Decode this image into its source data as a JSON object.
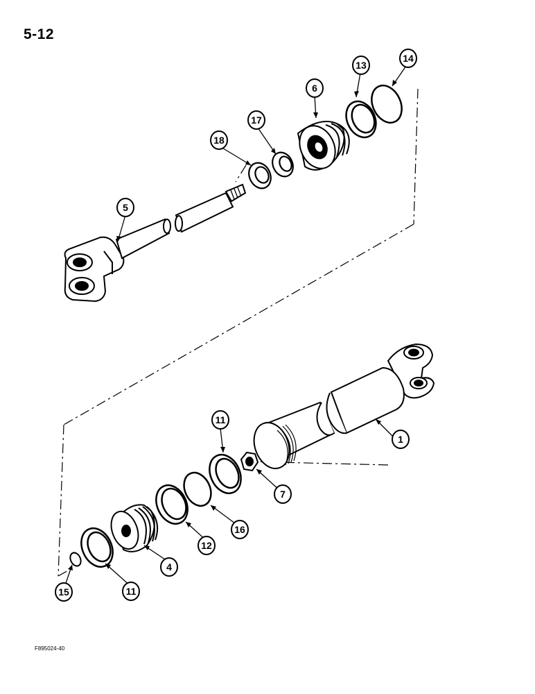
{
  "page": {
    "page_number": "5-12",
    "figure_code": "F895024-40"
  },
  "callouts": [
    {
      "id": "c14",
      "label": "14",
      "part": "o-ring"
    },
    {
      "id": "c13",
      "label": "13",
      "part": "back-up-ring"
    },
    {
      "id": "c6",
      "label": "6",
      "part": "gland"
    },
    {
      "id": "c17",
      "label": "17",
      "part": "wiper"
    },
    {
      "id": "c18",
      "label": "18",
      "part": "rod-seal"
    },
    {
      "id": "c5",
      "label": "5",
      "part": "piston-rod"
    },
    {
      "id": "c11a",
      "label": "11",
      "part": "back-up-ring"
    },
    {
      "id": "c1",
      "label": "1",
      "part": "barrel"
    },
    {
      "id": "c7",
      "label": "7",
      "part": "nut"
    },
    {
      "id": "c16",
      "label": "16",
      "part": "o-ring"
    },
    {
      "id": "c12",
      "label": "12",
      "part": "seal"
    },
    {
      "id": "c4",
      "label": "4",
      "part": "piston"
    },
    {
      "id": "c11b",
      "label": "11",
      "part": "back-up-ring"
    },
    {
      "id": "c15",
      "label": "15",
      "part": "o-ring"
    }
  ]
}
